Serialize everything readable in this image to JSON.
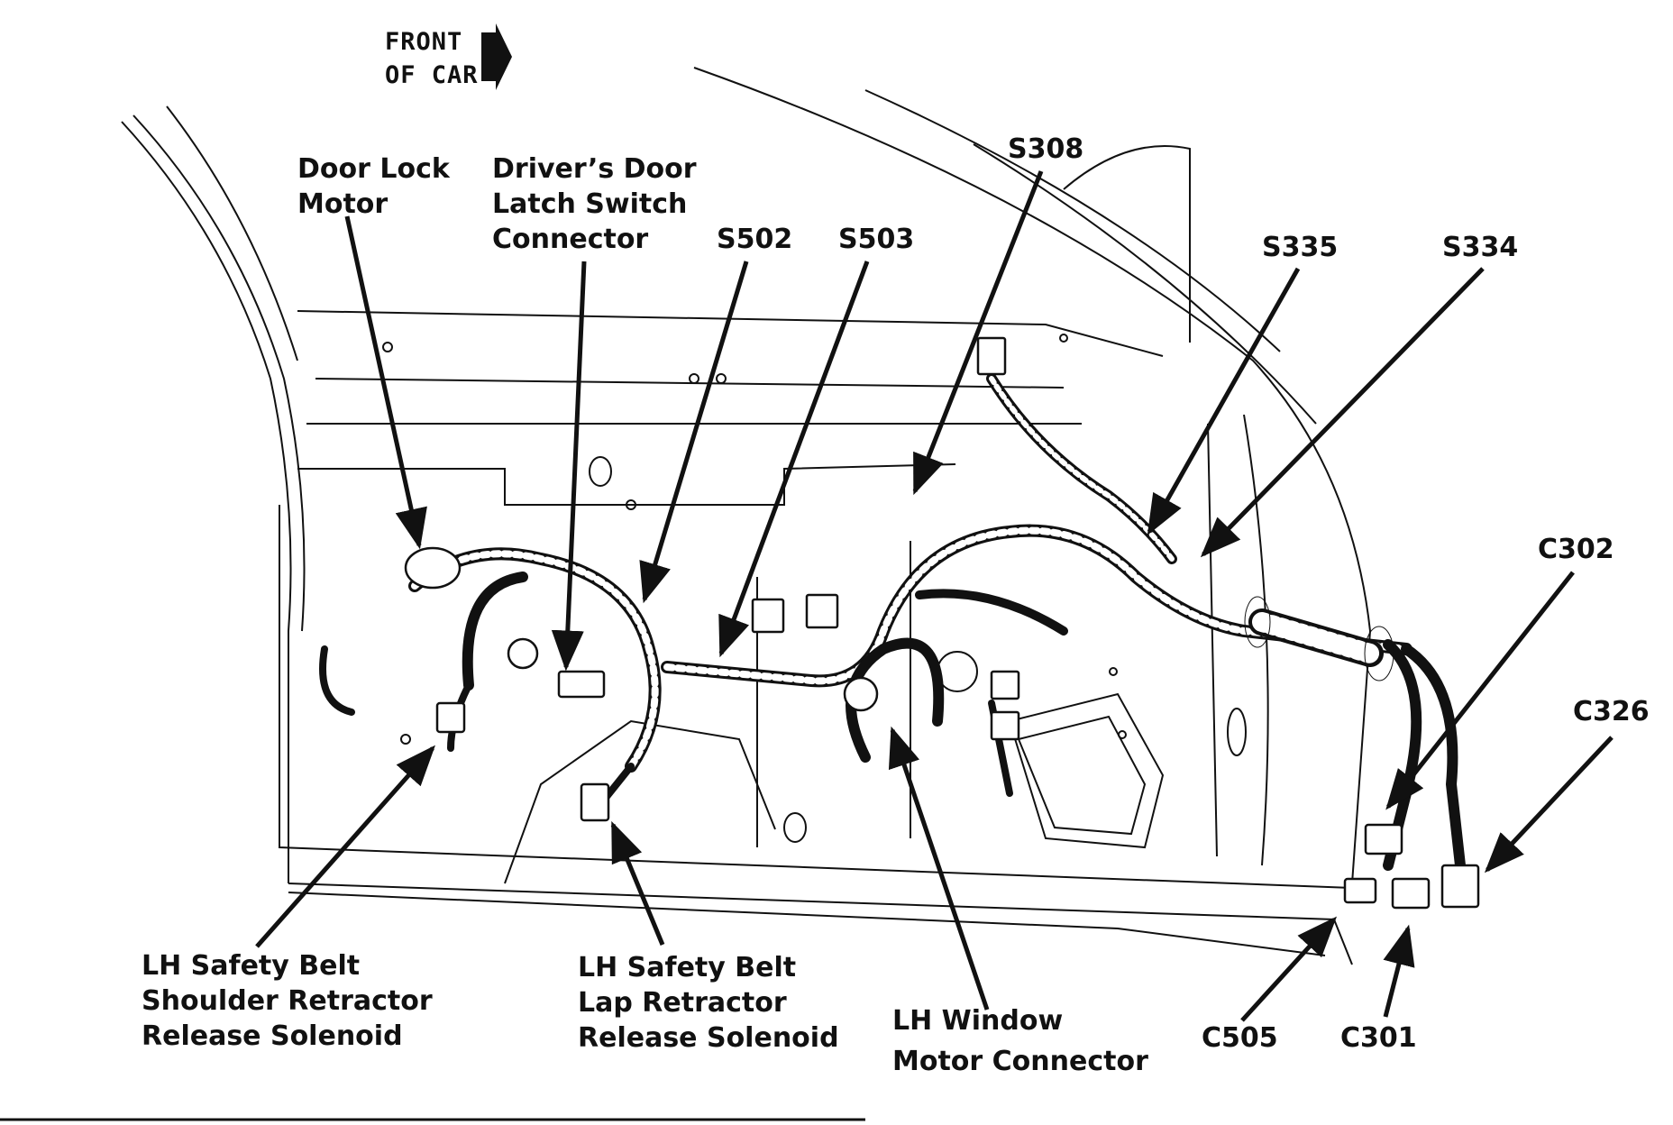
{
  "orientation": {
    "lines": [
      "FRONT",
      "OF CAR"
    ],
    "arrow_icon": "right-arrow-icon"
  },
  "labels": {
    "door_lock_motor": [
      "Door Lock",
      "Motor"
    ],
    "latch_switch": [
      "Driver’s Door",
      "Latch Switch",
      "Connector"
    ],
    "s502": "S502",
    "s503": "S503",
    "s308": "S308",
    "s335": "S335",
    "s334": "S334",
    "c302": "C302",
    "c326": "C326",
    "shoulder_solenoid": [
      "LH Safety Belt",
      "Shoulder Retractor",
      "Release Solenoid"
    ],
    "lap_solenoid": [
      "LH Safety Belt",
      "Lap Retractor",
      "Release Solenoid"
    ],
    "window_motor": [
      "LH Window",
      "Motor Connector"
    ],
    "c505": "C505",
    "c301": "C301"
  },
  "colors": {
    "ink": "#111111",
    "background": "#ffffff"
  }
}
